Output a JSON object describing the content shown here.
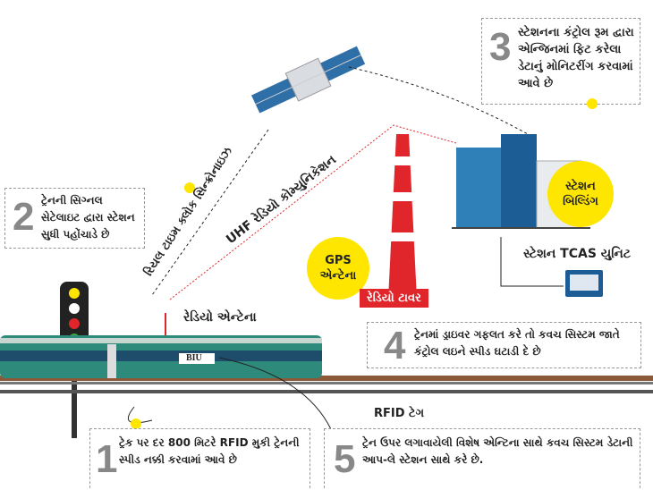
{
  "steps": [
    {
      "num": "1",
      "text": "ટ્રેક પર દર 800 મિટરે RFID મુકી ટ્રેનની સ્પીડ નક્કી કરવામાં આવે છે"
    },
    {
      "num": "2",
      "text": "ટ્રેનની સિગ્નલ સેટેલાઇટ દ્વારા સ્ટેશન સુધી પહોંચાડે છે"
    },
    {
      "num": "3",
      "text": "સ્ટેશનના કંટ્રોલ રૂમ દ્વારા એન્જિનમાં ફિટ કરેલા ડેટાનું મોનિટરીંગ કરવામાં આવે છે"
    },
    {
      "num": "4",
      "text": "ટ્રેનમાં ડ્રાઇવર ગફલત કરે તો કવચ સિસ્ટમ જાતે કંટ્રોલ લઇને સ્પીડ ઘટાડી દે છે"
    },
    {
      "num": "5",
      "text": "ટ્રેન ઉપર લગાવાયેલી વિશેષ એન્ટિના સાથે કવચ સિસ્ટમ ડેટાની આપ-લે સ્ટેશન સાથે કરે છે."
    }
  ],
  "labels": {
    "clock_sync": "રિયલ ટાઇમ ક્લોક સિન્ક્રોનાઇઝ",
    "uhf": "UHF રેડિયો કોમ્યુનિકેશન",
    "gps": "GPS એન્ટેના",
    "station_building": "સ્ટેશન બિલ્ડિંગ",
    "tcas": "સ્ટેશન TCAS યુનિટ",
    "radio_tower": "રેડિયો ટાવર",
    "radio_antenna": "રેડિયો એન્ટેના",
    "biu": "BIU",
    "rfid": "RFID ટેગ"
  },
  "colors": {
    "yellow": "#ffe600",
    "red": "#e0262b",
    "train": "#2e8a7a",
    "building": "#2f7fb8"
  }
}
